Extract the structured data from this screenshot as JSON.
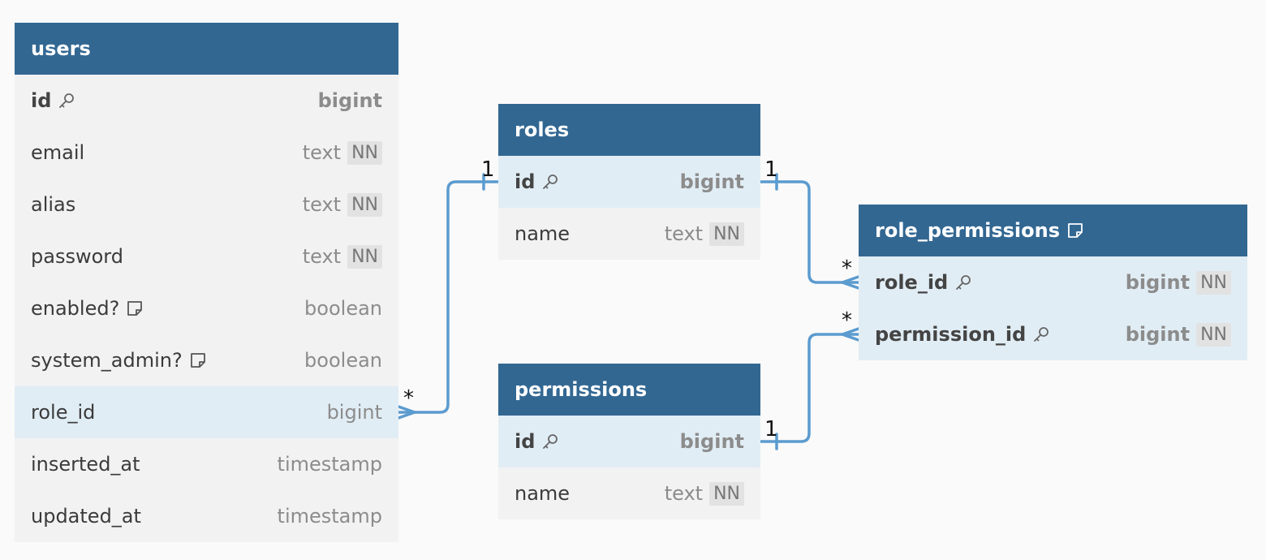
{
  "tables": {
    "users": {
      "title": "users",
      "columns": [
        {
          "name": "id",
          "type": "bigint",
          "pk": true,
          "icon": "key-icon"
        },
        {
          "name": "email",
          "type": "text",
          "nn": "NN"
        },
        {
          "name": "alias",
          "type": "text",
          "nn": "NN"
        },
        {
          "name": "password",
          "type": "text",
          "nn": "NN"
        },
        {
          "name": "enabled?",
          "type": "boolean",
          "icon": "note-icon"
        },
        {
          "name": "system_admin?",
          "type": "boolean",
          "icon": "note-icon"
        },
        {
          "name": "role_id",
          "type": "bigint",
          "highlight": true
        },
        {
          "name": "inserted_at",
          "type": "timestamp"
        },
        {
          "name": "updated_at",
          "type": "timestamp"
        }
      ]
    },
    "roles": {
      "title": "roles",
      "columns": [
        {
          "name": "id",
          "type": "bigint",
          "pk": true,
          "icon": "key-icon",
          "highlight": true
        },
        {
          "name": "name",
          "type": "text",
          "nn": "NN"
        }
      ]
    },
    "permissions": {
      "title": "permissions",
      "columns": [
        {
          "name": "id",
          "type": "bigint",
          "pk": true,
          "icon": "key-icon",
          "highlight": true
        },
        {
          "name": "name",
          "type": "text",
          "nn": "NN"
        }
      ]
    },
    "role_permissions": {
      "title": "role_permissions",
      "header_icon": "note-icon",
      "columns": [
        {
          "name": "role_id",
          "type": "bigint",
          "nn": "NN",
          "pk": true,
          "icon": "key-icon",
          "highlight": true
        },
        {
          "name": "permission_id",
          "type": "bigint",
          "nn": "NN",
          "pk": true,
          "icon": "key-icon",
          "highlight": true
        }
      ]
    }
  },
  "relationships": [
    {
      "from": "users.role_id",
      "to": "roles.id",
      "from_cardinality": "*",
      "to_cardinality": "1"
    },
    {
      "from": "roles.id",
      "to": "role_permissions.role_id",
      "from_cardinality": "1",
      "to_cardinality": "*"
    },
    {
      "from": "permissions.id",
      "to": "role_permissions.permission_id",
      "from_cardinality": "1",
      "to_cardinality": "*"
    }
  ],
  "colors": {
    "header": "#326792",
    "body": "#f2f2f2",
    "highlight": "#e1edf5",
    "edge": "#5b9bcf",
    "background": "#fafafa"
  }
}
